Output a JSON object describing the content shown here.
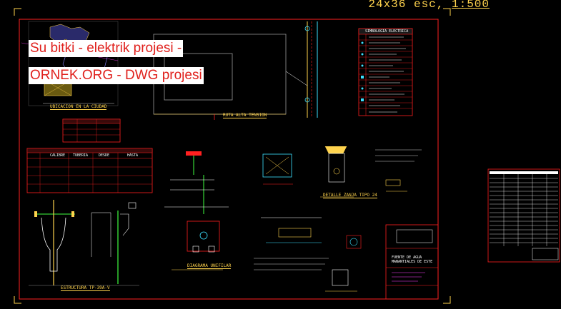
{
  "scale": {
    "prefix": "24x36 esc, ",
    "value": "1:500"
  },
  "caption": {
    "line1": "Su bitki - elektrik projesi -",
    "line2": "ORNEK.ORG - DWG projesi"
  },
  "labels": {
    "ubicacion": "UBICACION EN LA CIUDAD",
    "ruta": "RUTA ALTA TENSION",
    "diagrama": "DIAGRAMA UNIFILAR",
    "detalle_zanja": "DETALLE ZANJA TIPO 24",
    "estructura": "ESTRUCTURA TP-39A-V",
    "simbologia": "SIMBOLOGIA ELECTRICA",
    "calibre": "CALIBRE",
    "tuberia": "TUBERIA",
    "desde": "DESDE",
    "hasta": "HASTA",
    "title_block": "FUENTE DE AGUA MANANTIALES DE ESTE"
  },
  "colors": {
    "frame": "#ff2020",
    "yellow": "#ffd34d",
    "cyan": "#3ce0ff",
    "white": "#ffffff",
    "green": "#40ff40",
    "magenta": "#ff40ff"
  }
}
